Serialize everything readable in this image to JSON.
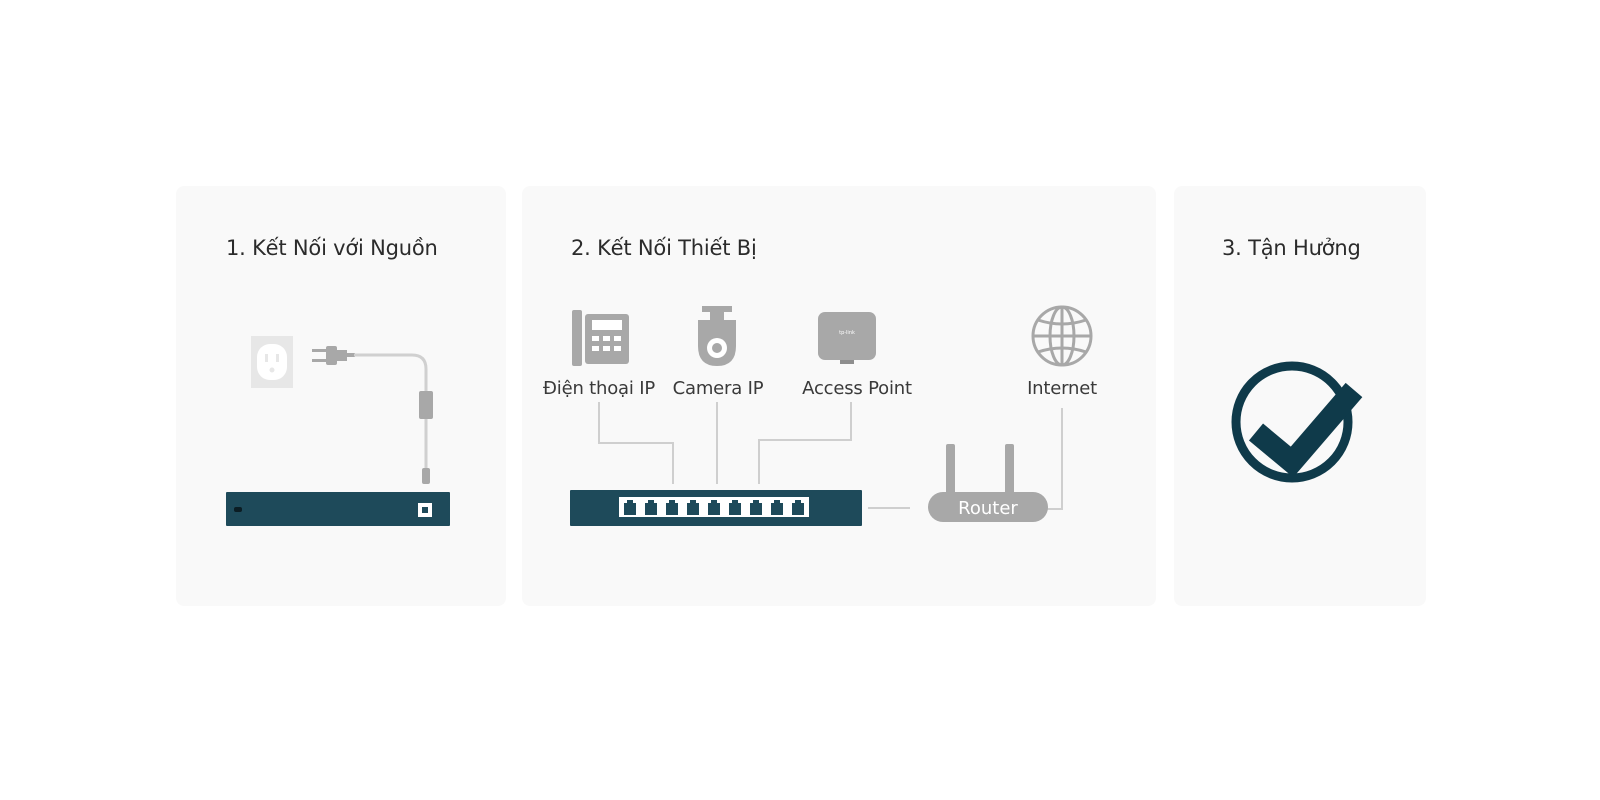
{
  "steps": [
    {
      "title": "1. Kết Nối với Nguồn"
    },
    {
      "title": "2. Kết Nối Thiết Bị"
    },
    {
      "title": "3. Tận Hưởng"
    }
  ],
  "devices": {
    "phone": "Điện thoại IP",
    "camera": "Camera IP",
    "access_point": "Access Point",
    "internet": "Internet",
    "router": "Router"
  },
  "colors": {
    "switch": "#1e4a5a",
    "check": "#0f3a4a",
    "device_gray": "#a8a8a8",
    "line_gray": "#cfcfcf",
    "panel_bg": "#f9f9f9"
  },
  "icons": {
    "power_outlet": "power-outlet-icon",
    "plug": "plug-icon",
    "phone": "ip-phone-icon",
    "camera": "ip-camera-icon",
    "access_point": "access-point-icon",
    "internet": "globe-icon",
    "router": "router-icon",
    "check": "check-circle-icon"
  }
}
